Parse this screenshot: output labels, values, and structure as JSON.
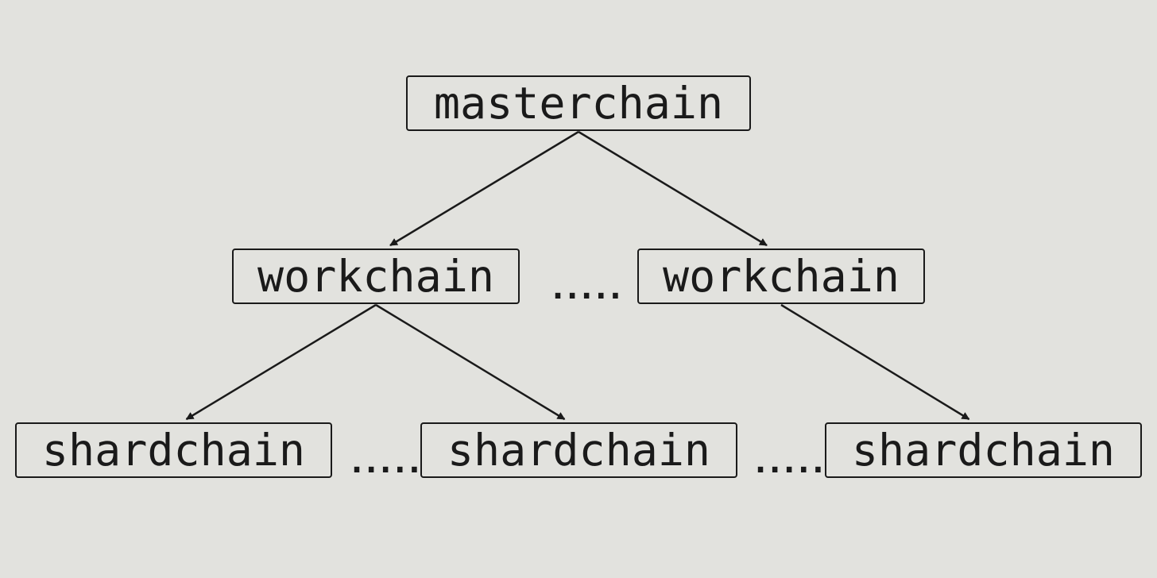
{
  "nodes": {
    "masterchain": "masterchain",
    "workchain_left": "workchain",
    "workchain_right": "workchain",
    "shardchain_1": "shardchain",
    "shardchain_2": "shardchain",
    "shardchain_3": "shardchain"
  },
  "ellipses": {
    "between_workchains": ".....",
    "between_shardchains_1_2": ".....",
    "between_shardchains_2_3": "....."
  },
  "edges": [
    {
      "from": "masterchain",
      "to": "workchain_left"
    },
    {
      "from": "masterchain",
      "to": "workchain_right"
    },
    {
      "from": "workchain_left",
      "to": "shardchain_1"
    },
    {
      "from": "workchain_left",
      "to": "shardchain_2"
    },
    {
      "from": "workchain_right",
      "to": "shardchain_3"
    }
  ],
  "colors": {
    "background": "#e2e2de",
    "stroke": "#1a1a1a"
  }
}
